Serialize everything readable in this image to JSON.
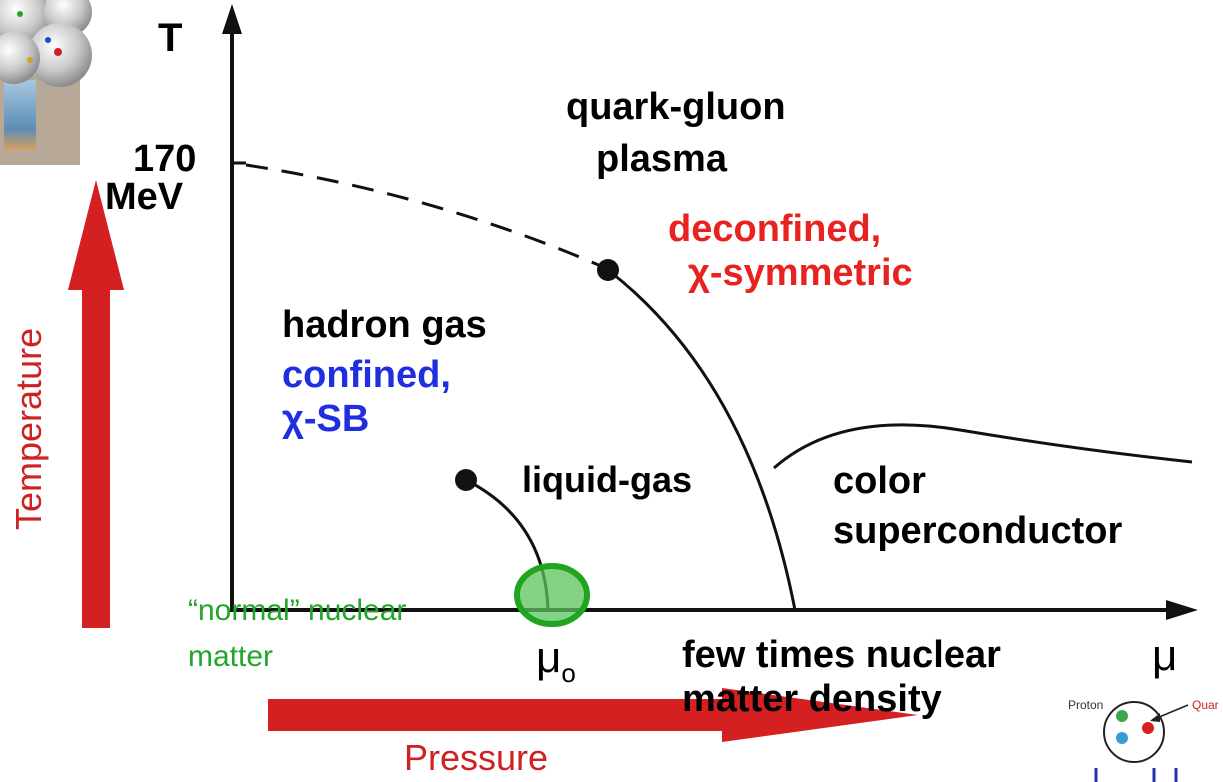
{
  "axes": {
    "y_label": "T",
    "x_label": "μ",
    "y_tick_value": "170",
    "y_tick_unit": "MeV",
    "x_tick_mu0": "μ",
    "x_tick_mu0_sub": "o",
    "x_caption_line1": "few times nuclear",
    "x_caption_line2": "matter density"
  },
  "regions": {
    "qgp_line1": "quark-gluon",
    "qgp_line2": "plasma",
    "qgp_props_line1": "deconfined,",
    "qgp_props_line2": "χ-symmetric",
    "hadron_title": "hadron gas",
    "hadron_props_line1": "confined,",
    "hadron_props_line2": "χ-SB",
    "liquid_gas": "liquid-gas",
    "color_sc_line1": "color",
    "color_sc_line2": "superconductor"
  },
  "annotations": {
    "normal_matter_line1": "“normal” nuclear",
    "normal_matter_line2": "matter",
    "temperature_arrow_label": "Temperature",
    "pressure_arrow_label": "Pressure",
    "proton_label": "Proton",
    "quark_label": "Quar"
  },
  "colors": {
    "axis": "#111111",
    "deconfined_red": "#e8231f",
    "confined_blue": "#1f2ee0",
    "arrow_red": "#d42020",
    "normal_matter_green": "#22a62a",
    "highlight_circle_fill": "#5cc35c",
    "highlight_circle_stroke": "#1fa51f"
  }
}
